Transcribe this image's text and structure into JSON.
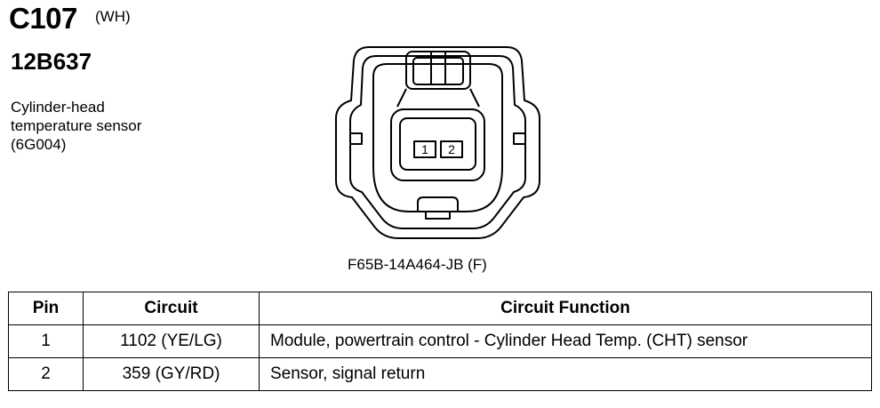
{
  "header": {
    "connector_id": "C107",
    "color_code": "(WH)",
    "part_number": "12B637",
    "description_lines": [
      "Cylinder-head",
      "temperature sensor",
      "(6G004)"
    ]
  },
  "diagram": {
    "pin_labels": [
      "1",
      "2"
    ],
    "connector_part_number": "F65B-14A464-JB (F)"
  },
  "table": {
    "headers": {
      "pin": "Pin",
      "circuit": "Circuit",
      "function": "Circuit Function"
    },
    "rows": [
      {
        "pin": "1",
        "circuit": "1102 (YE/LG)",
        "function": "Module, powertrain control - Cylinder Head Temp. (CHT) sensor"
      },
      {
        "pin": "2",
        "circuit": "359 (GY/RD)",
        "function": "Sensor, signal return"
      }
    ]
  }
}
